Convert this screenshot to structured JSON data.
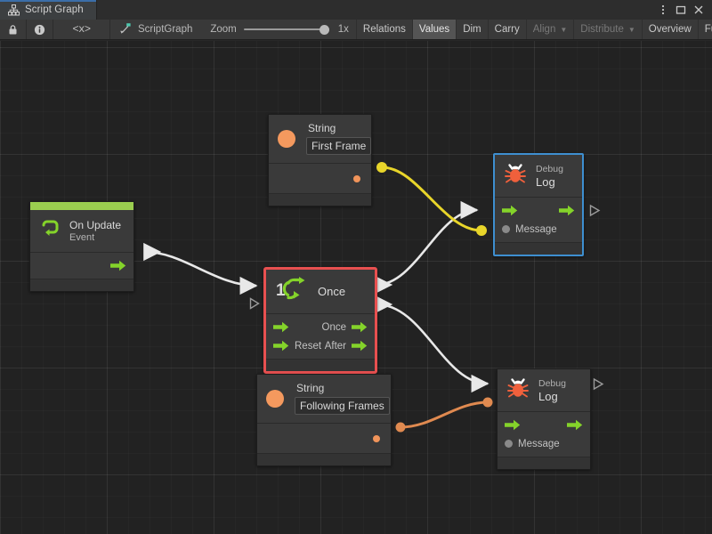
{
  "window": {
    "tab_label": "Script Graph",
    "tab_icon": "graph-hierarchy-icon",
    "controls": [
      {
        "name": "more-options-icon",
        "glyph": "kebab"
      },
      {
        "name": "maximize-icon",
        "glyph": "square"
      },
      {
        "name": "close-icon",
        "glyph": "x"
      }
    ]
  },
  "toolbar": {
    "lock_icon": "lock-icon",
    "info_icon": "info-icon",
    "angle_label": "<x>",
    "graph_name": "ScriptGraph",
    "graph_icon": "script-graph-icon",
    "zoom_label": "Zoom",
    "zoom_value": "1x",
    "zoom_percent": 100,
    "buttons": [
      {
        "name": "relations-button",
        "label": "Relations",
        "active": false,
        "disabled": false,
        "caret": false
      },
      {
        "name": "values-button",
        "label": "Values",
        "active": true,
        "disabled": false,
        "caret": false
      },
      {
        "name": "dim-button",
        "label": "Dim",
        "active": false,
        "disabled": false,
        "caret": false
      },
      {
        "name": "carry-button",
        "label": "Carry",
        "active": false,
        "disabled": false,
        "caret": false
      },
      {
        "name": "align-button",
        "label": "Align",
        "active": false,
        "disabled": true,
        "caret": true
      },
      {
        "name": "distribute-button",
        "label": "Distribute",
        "active": false,
        "disabled": true,
        "caret": true
      },
      {
        "name": "overview-button",
        "label": "Overview",
        "active": false,
        "disabled": false,
        "caret": false
      },
      {
        "name": "full-screen-button",
        "label": "Full Screen",
        "active": false,
        "disabled": false,
        "caret": false
      }
    ]
  },
  "colors": {
    "accent_green": "#9acd4f",
    "flow_arrow_green": "#84d32a",
    "selection_red": "#e85050",
    "selection_blue": "#3e8fd0",
    "string_orange": "#f4995e",
    "wire_white": "#e8e8e8",
    "wire_yellow": "#e8d52a",
    "wire_orange": "#e08a50",
    "bug_orange": "#f0603c",
    "canvas_bg": "#222222",
    "node_bg": "#3a3a3a"
  },
  "graph": {
    "nodes": {
      "on_update": {
        "title": "On Update",
        "subtitle": "Event",
        "icon": "event-loop-icon",
        "selected": false,
        "output_flow": "flow-out-arrow"
      },
      "once": {
        "title": "Once",
        "icon": "once-counter-icon",
        "icon_number": "1",
        "selected": true,
        "selection_color": "#e85050",
        "inputs": [
          {
            "name": "enter-input-port",
            "label": ""
          },
          {
            "name": "reset-input-port",
            "label": "Reset"
          }
        ],
        "outputs": [
          {
            "name": "once-output-port",
            "label": "Once"
          },
          {
            "name": "after-output-port",
            "label": "After"
          }
        ]
      },
      "string_first_frame": {
        "title": "String",
        "icon": "string-value-icon",
        "value": "First Frame",
        "output_port": "string-output-port",
        "selected": false
      },
      "string_following_frames": {
        "title": "String",
        "icon": "string-value-icon",
        "value": "Following Frames",
        "output_port": "string-output-port",
        "selected": false
      },
      "debug_log_top": {
        "subtitle": "Debug",
        "title": "Log",
        "icon": "bug-icon",
        "selected": true,
        "selection_color": "#3e8fd0",
        "message_port_label": "Message"
      },
      "debug_log_bottom": {
        "subtitle": "Debug",
        "title": "Log",
        "icon": "bug-icon",
        "selected": false,
        "message_port_label": "Message"
      }
    },
    "connections": [
      {
        "name": "wire-onupdate-to-once",
        "type": "flow",
        "color": "#e8e8e8",
        "from": "on_update.flow_out",
        "to": "once.enter"
      },
      {
        "name": "wire-once-to-debuglog-top",
        "type": "flow",
        "color": "#e8e8e8",
        "from": "once.once_out",
        "to": "debug_log_top.flow_in"
      },
      {
        "name": "wire-after-to-debuglog-bottom",
        "type": "flow",
        "color": "#e8e8e8",
        "from": "once.after_out",
        "to": "debug_log_bottom.flow_in"
      },
      {
        "name": "wire-string-first-frame-to-message",
        "type": "value",
        "color": "#e8d52a",
        "from": "string_first_frame.out",
        "to": "debug_log_top.message"
      },
      {
        "name": "wire-string-following-frames-to-message",
        "type": "value",
        "color": "#e08a50",
        "from": "string_following_frames.out",
        "to": "debug_log_bottom.message"
      }
    ]
  }
}
